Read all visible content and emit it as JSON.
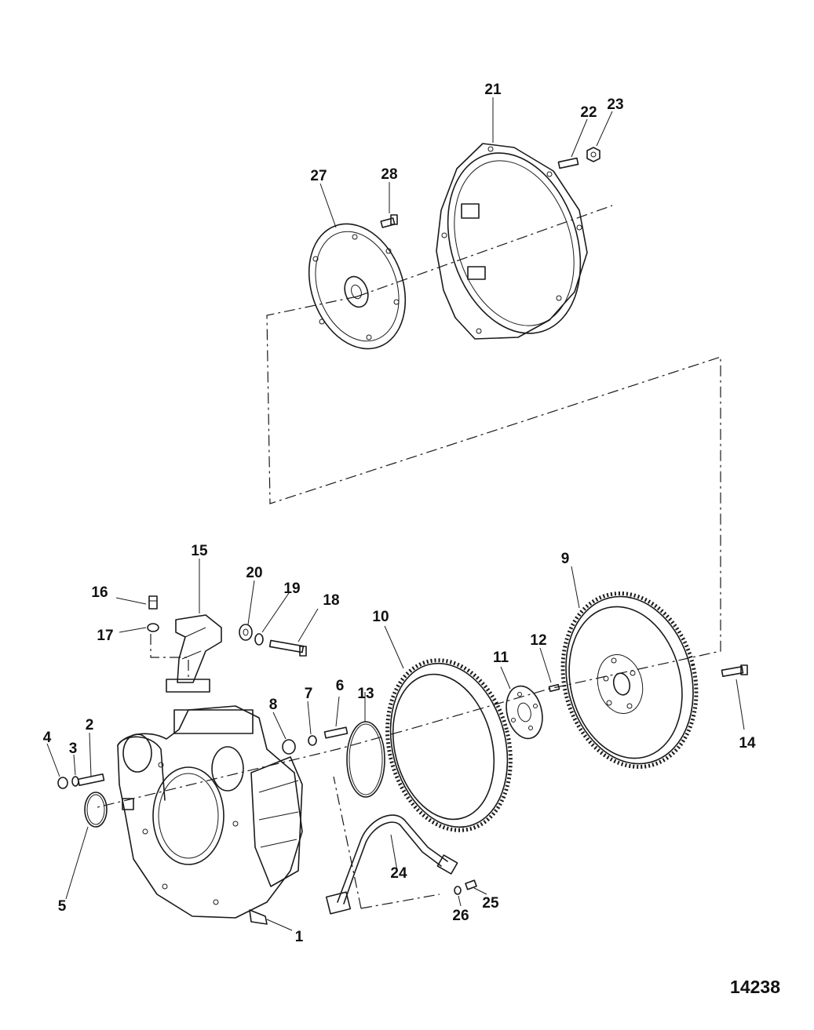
{
  "figure_number": "14238",
  "callouts": {
    "c1": "1",
    "c2": "2",
    "c3": "3",
    "c4": "4",
    "c5": "5",
    "c6": "6",
    "c7": "7",
    "c8": "8",
    "c9": "9",
    "c10": "10",
    "c11": "11",
    "c12": "12",
    "c13": "13",
    "c14": "14",
    "c15": "15",
    "c16": "16",
    "c17": "17",
    "c18": "18",
    "c19": "19",
    "c20": "20",
    "c21": "21",
    "c22": "22",
    "c23": "23",
    "c24": "24",
    "c25": "25",
    "c26": "26",
    "c27": "27",
    "c28": "28"
  }
}
